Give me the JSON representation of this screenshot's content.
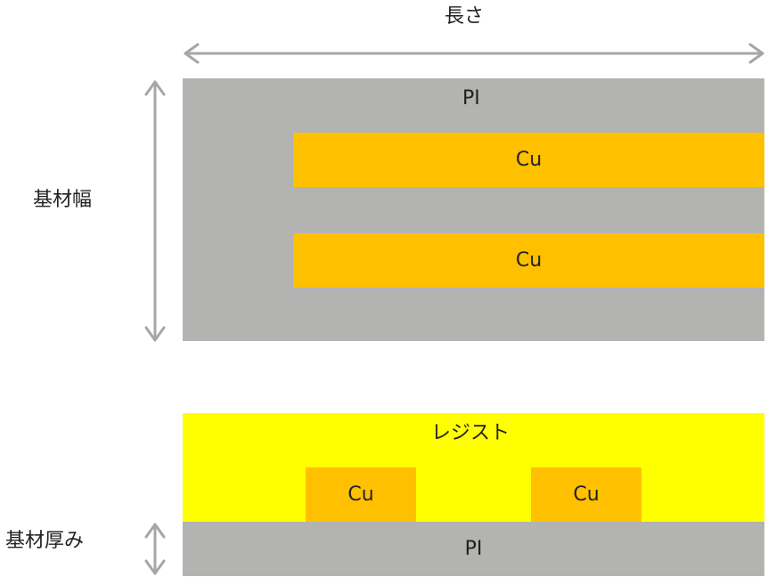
{
  "labels": {
    "length": "長さ",
    "width": "基材幅",
    "thickness": "基材厚み"
  },
  "top_view": {
    "substrate": "PI",
    "traces": [
      "Cu",
      "Cu"
    ]
  },
  "cross_section": {
    "resist": "レジスト",
    "traces": [
      "Cu",
      "Cu"
    ],
    "substrate": "PI"
  },
  "colors": {
    "pi": "#b3b3b1",
    "cu": "#ffc000",
    "resist": "#ffff00",
    "arrow": "#a6a6a6"
  }
}
